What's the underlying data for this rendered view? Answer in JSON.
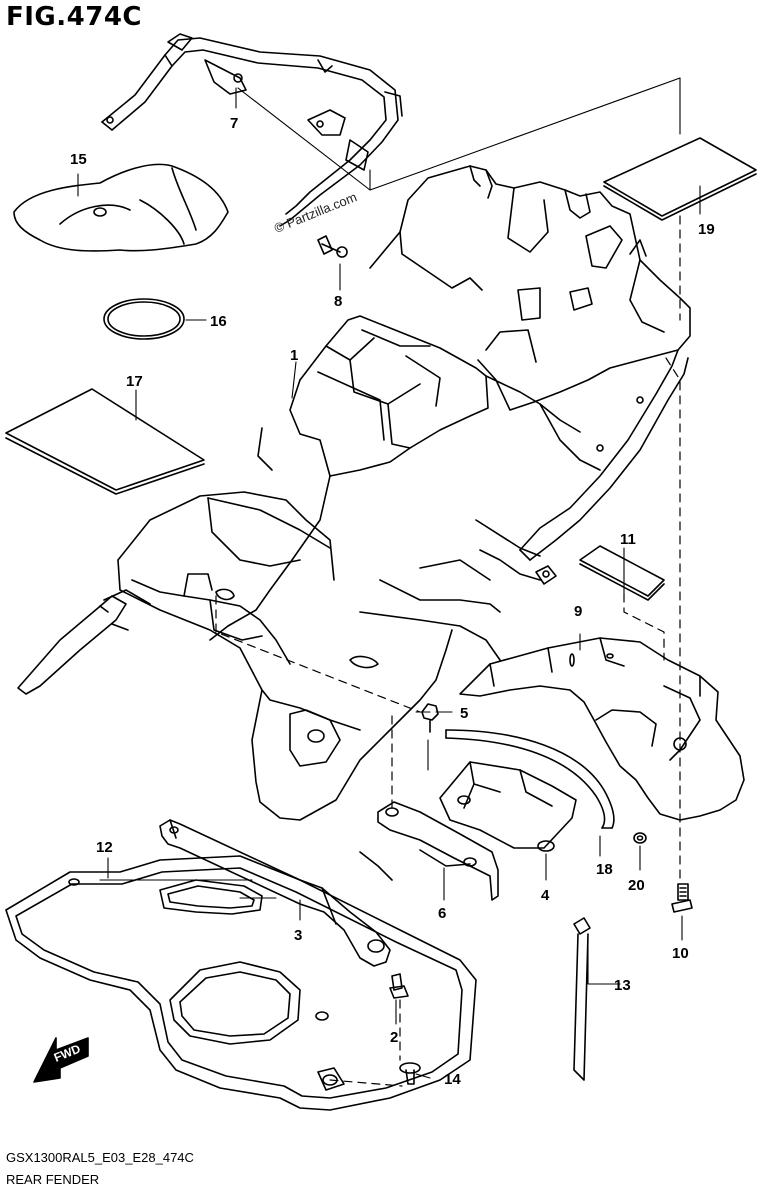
{
  "figure": {
    "title": "FIG.474C",
    "model_code": "GSX1300RAL5_E03_E28_474C",
    "name": "REAR FENDER",
    "fwd_label": "FWD"
  },
  "watermark": {
    "copyright_symbol": "©",
    "text": "Partzilla.com"
  },
  "parts": [
    {
      "id": "1",
      "label": "1"
    },
    {
      "id": "2",
      "label": "2"
    },
    {
      "id": "3",
      "label": "3"
    },
    {
      "id": "4",
      "label": "4"
    },
    {
      "id": "5",
      "label": "5"
    },
    {
      "id": "6",
      "label": "6"
    },
    {
      "id": "7",
      "label": "7"
    },
    {
      "id": "8",
      "label": "8"
    },
    {
      "id": "9",
      "label": "9"
    },
    {
      "id": "10",
      "label": "10"
    },
    {
      "id": "11",
      "label": "11"
    },
    {
      "id": "12",
      "label": "12"
    },
    {
      "id": "13",
      "label": "13"
    },
    {
      "id": "14",
      "label": "14"
    },
    {
      "id": "15",
      "label": "15"
    },
    {
      "id": "16",
      "label": "16"
    },
    {
      "id": "17",
      "label": "17"
    },
    {
      "id": "18",
      "label": "18"
    },
    {
      "id": "19",
      "label": "19"
    },
    {
      "id": "20",
      "label": "20"
    }
  ]
}
